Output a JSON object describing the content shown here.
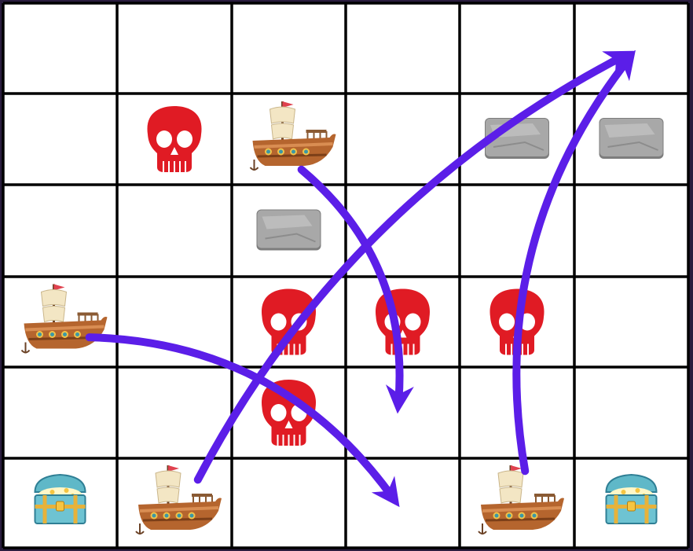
{
  "board": {
    "rows": 6,
    "cols": 6,
    "background_color": "#2a1d3e",
    "cell_color": "#ffffff",
    "grid_line_color": "#000000",
    "arrow_color": "#5b1ee8",
    "skull_color": "#e01b24",
    "rock_color": "#a8a8a8"
  },
  "pieces": [
    {
      "kind": "skull-icon",
      "row": 1,
      "col": 1
    },
    {
      "kind": "ship-icon",
      "row": 1,
      "col": 2
    },
    {
      "kind": "rock-icon",
      "row": 1,
      "col": 4
    },
    {
      "kind": "rock-icon",
      "row": 1,
      "col": 5
    },
    {
      "kind": "rock-icon",
      "row": 2,
      "col": 2
    },
    {
      "kind": "ship-icon",
      "row": 3,
      "col": 0
    },
    {
      "kind": "skull-icon",
      "row": 3,
      "col": 2
    },
    {
      "kind": "skull-icon",
      "row": 3,
      "col": 3
    },
    {
      "kind": "skull-icon",
      "row": 3,
      "col": 4
    },
    {
      "kind": "skull-icon",
      "row": 4,
      "col": 2
    },
    {
      "kind": "treasure-chest-icon",
      "row": 5,
      "col": 0
    },
    {
      "kind": "ship-icon",
      "row": 5,
      "col": 1
    },
    {
      "kind": "ship-icon",
      "row": 5,
      "col": 4
    },
    {
      "kind": "treasure-chest-icon",
      "row": 5,
      "col": 5
    }
  ],
  "moves": [
    {
      "from": [
        1,
        2
      ],
      "to": [
        4,
        3
      ]
    },
    {
      "from": [
        3,
        0
      ],
      "to": [
        5,
        3
      ]
    },
    {
      "from": [
        5,
        1
      ],
      "to": [
        0,
        5
      ]
    },
    {
      "from": [
        5,
        4
      ],
      "to": [
        0,
        5
      ]
    }
  ]
}
